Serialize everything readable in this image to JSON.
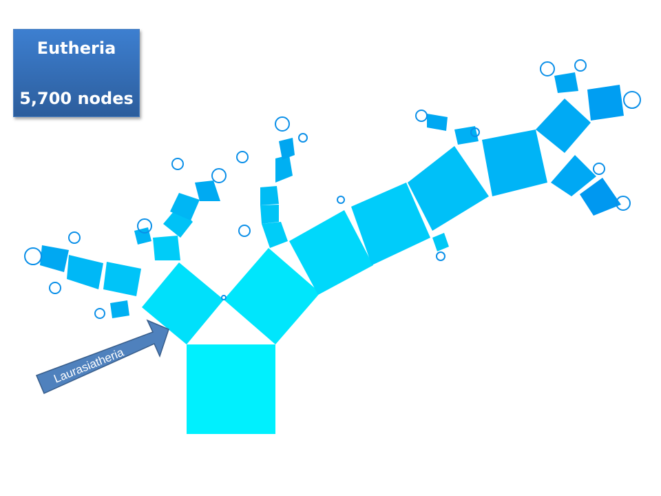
{
  "title_box": {
    "title": "Eutheria",
    "subtitle": "5,700 nodes"
  },
  "arrow_label": "Laurasiatheria",
  "colors": {
    "trunk": "#00f0ff",
    "mid": "#00c8fa",
    "tip": "#0099f0",
    "box": "#3a74c2",
    "arrow": "#4f81bd"
  }
}
